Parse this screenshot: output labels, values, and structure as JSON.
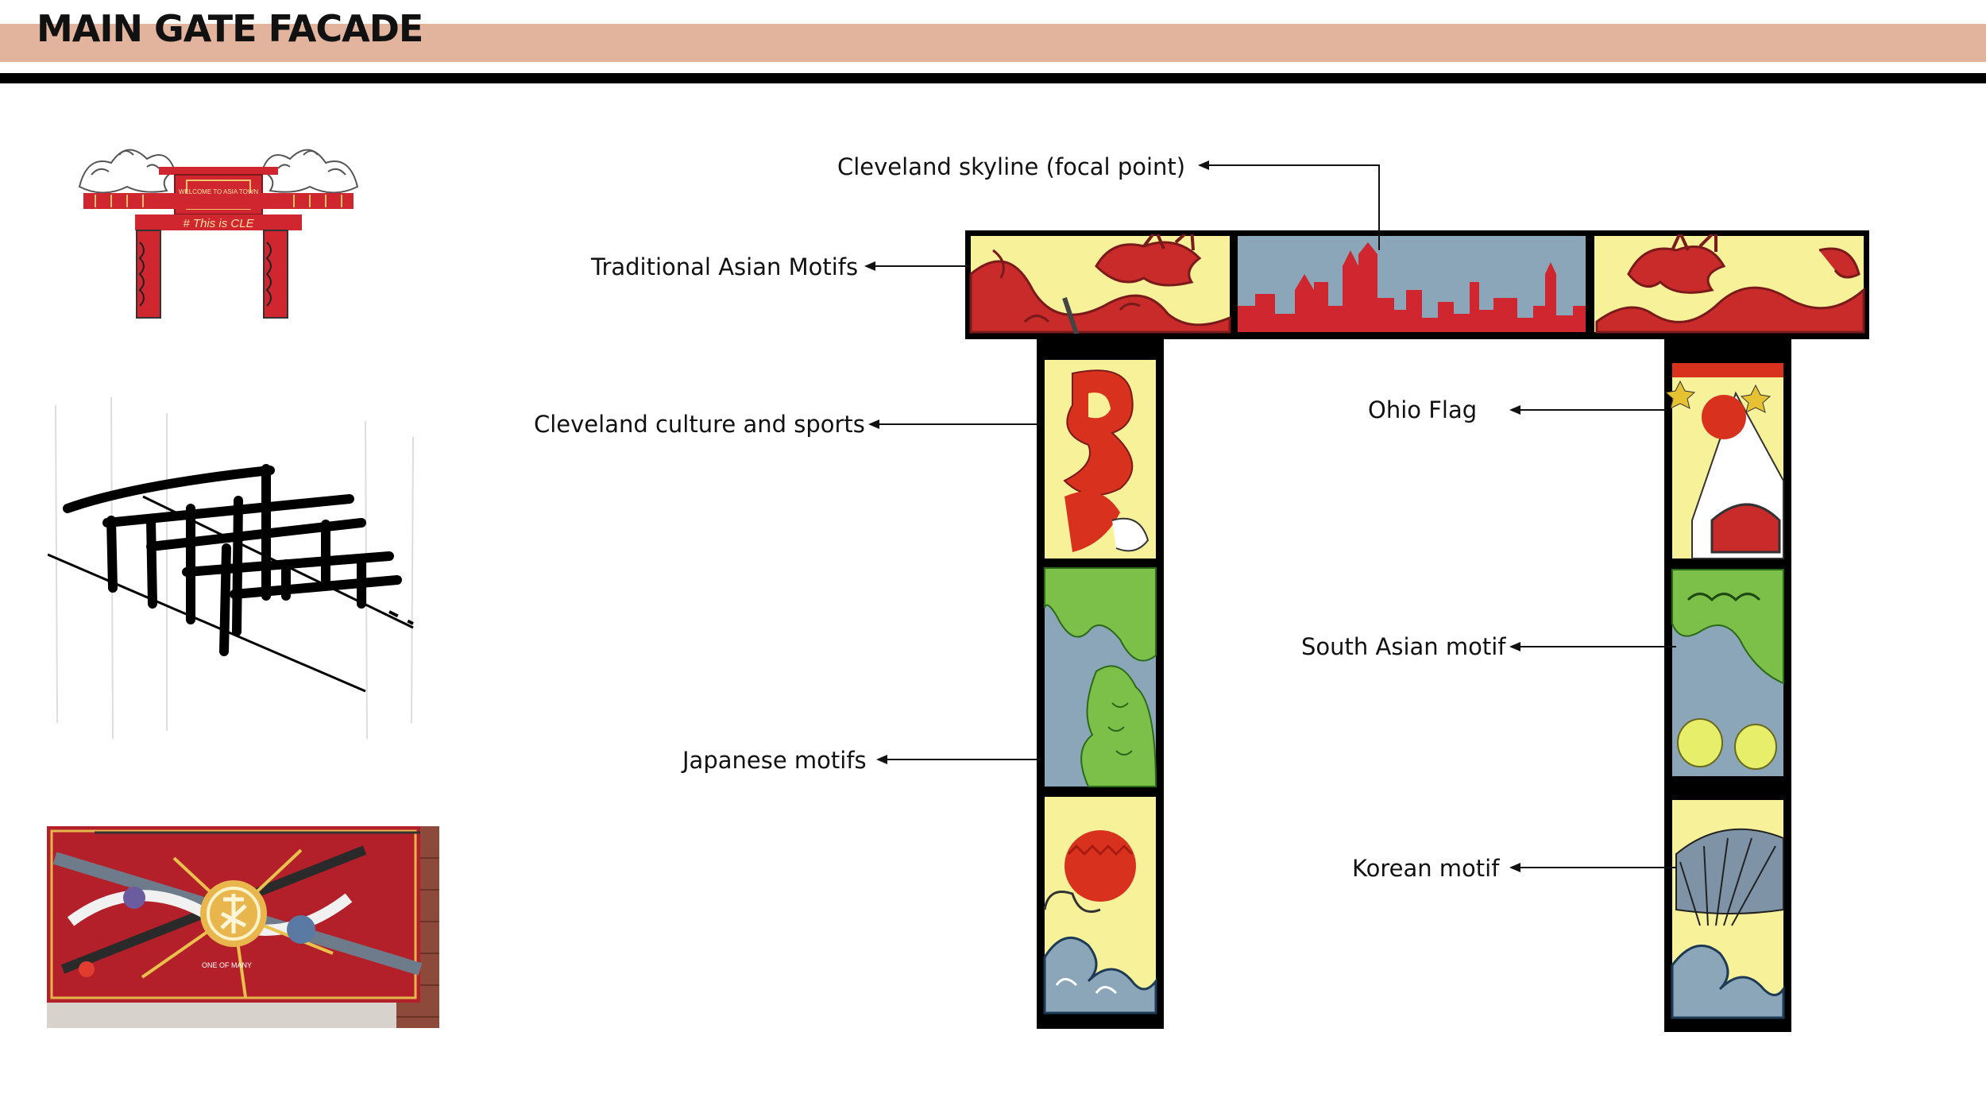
{
  "page": {
    "title": "MAIN GATE FACADE"
  },
  "callouts": {
    "skyline": "Cleveland skyline (focal point)",
    "asian_motifs": "Traditional Asian Motifs",
    "culture_sports": "Cleveland culture and sports",
    "ohio_flag": "Ohio Flag",
    "south_asian": "South Asian motif",
    "japanese": "Japanese motifs",
    "korean": "Korean motif"
  },
  "references": {
    "gate_sketch_sign": "WELCOME TO ASIA TOWN",
    "gate_sketch_hashtag": "# This is CLE",
    "mural_text": "ONE OF MANY"
  },
  "colors": {
    "banner": "#e3b49d",
    "gate_red": "#d0262f",
    "motif_yellow": "#f7f19a",
    "sky_blue": "#8aa6b8",
    "motif_green": "#7cc04a"
  },
  "icons": [
    "dragon-icon",
    "arrow-left-icon",
    "chinese-lantern-icon",
    "wave-icon",
    "fan-icon"
  ]
}
